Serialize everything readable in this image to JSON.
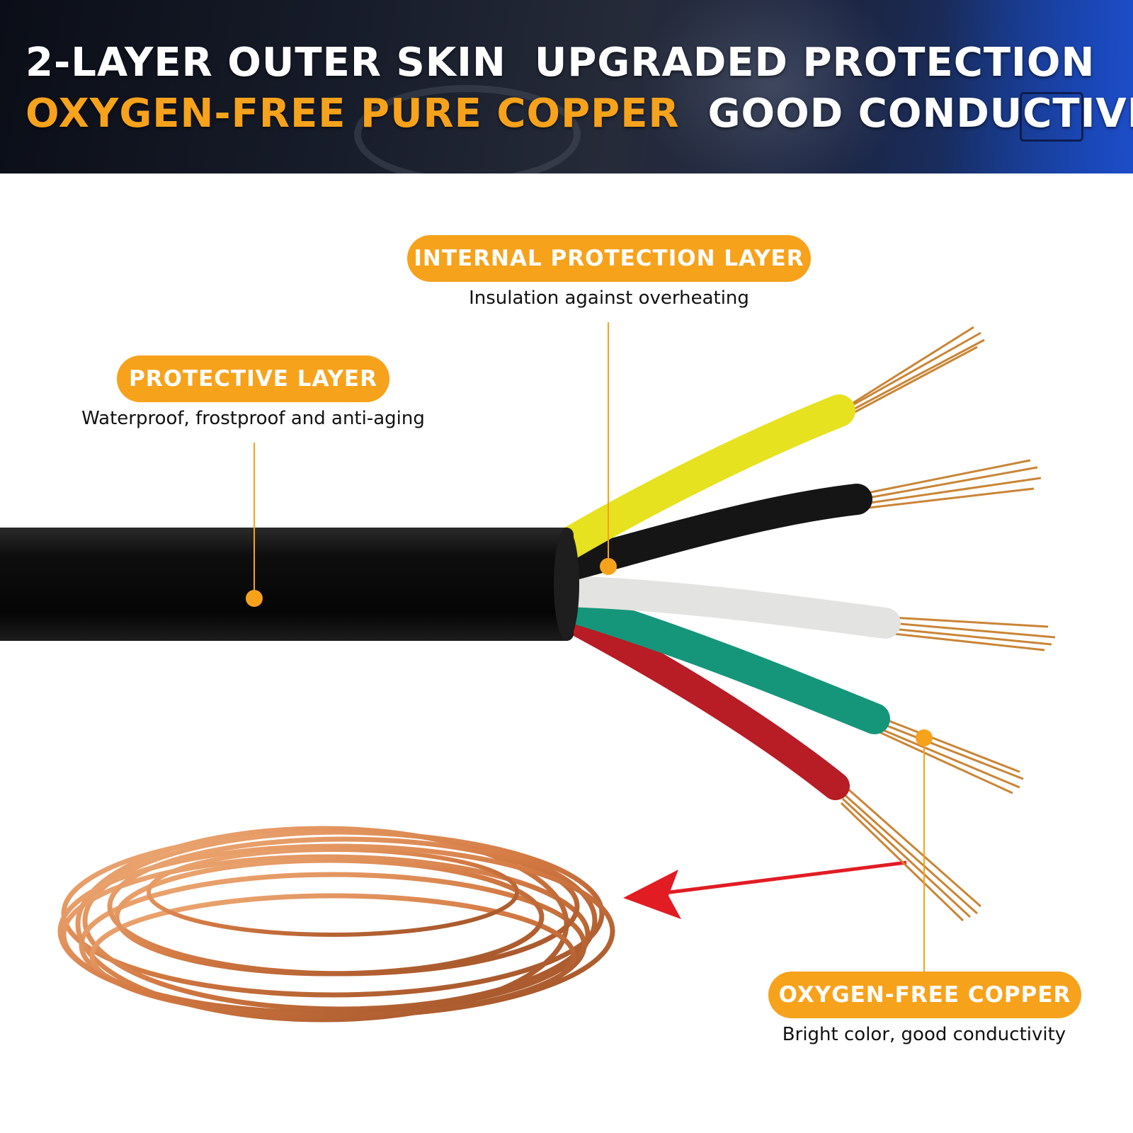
{
  "header": {
    "line1_a": "2-LAYER OUTER SKIN",
    "line1_b": "UPGRADED PROTECTION",
    "line2_a": "OXYGEN-FREE PURE COPPER",
    "line2_b": "GOOD CONDUCTIVITY"
  },
  "callouts": {
    "internal": {
      "title": "INTERNAL PROTECTION LAYER",
      "subtitle": "Insulation against overheating"
    },
    "protective": {
      "title": "PROTECTIVE LAYER",
      "subtitle": "Waterproof, frostproof and anti-aging"
    },
    "copper": {
      "title": "OXYGEN-FREE COPPER",
      "subtitle": "Bright color, good conductivity"
    }
  },
  "colors": {
    "accent": "#f7a21b",
    "jacket": "#0c0c0c",
    "wire_yellow": "#e6e21f",
    "wire_black": "#151515",
    "wire_white": "#e3e3e1",
    "wire_green": "#15967b",
    "wire_red": "#b81c25",
    "copper": "#d08a45",
    "arrow": "#e21c23"
  }
}
